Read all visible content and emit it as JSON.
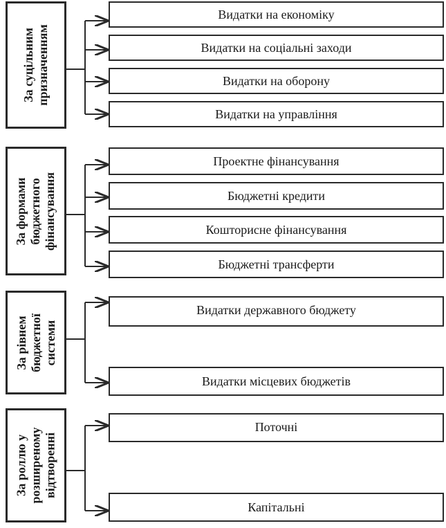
{
  "groups": [
    {
      "category": "За суцільним\nпризначенням",
      "items": [
        "Видатки на економіку",
        "Видатки на соціальні заходи",
        "Видатки на оборону",
        "Видатки на управління"
      ]
    },
    {
      "category": "За формами\nбюджетного\nфінансування",
      "items": [
        "Проектне фінансування",
        "Бюджетні кредити",
        "Кошторисне фінансування",
        "Бюджетні трансферти"
      ]
    },
    {
      "category": "За рівнем\nбюджетної\nсистеми",
      "items": [
        "Видатки державного бюджету",
        "Видатки місцевих бюджетів"
      ]
    },
    {
      "category": "За роллю у\nрозширеному\nвідтворенні",
      "items": [
        "Поточні",
        "Капітальні"
      ]
    }
  ]
}
